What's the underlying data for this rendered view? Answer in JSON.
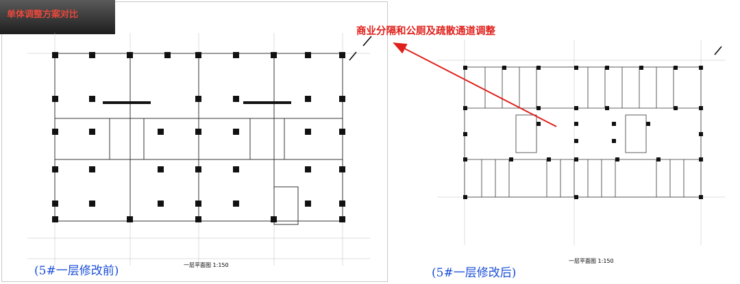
{
  "title": "单体调整方案对比",
  "callout": "商业分隔和公厕及疏散通道调整",
  "captions": {
    "before": "(5#一层修改前)",
    "after": "(5#一层修改后)"
  },
  "scale_labels": {
    "before": "一层平面图 1:150",
    "after": "一层平面图 1:150"
  },
  "colors": {
    "title_bg": "#2b2b2b",
    "title_text": "#e8483b",
    "callout": "#e0201b",
    "arrow": "#e0201b",
    "caption": "#1a4ed8"
  }
}
